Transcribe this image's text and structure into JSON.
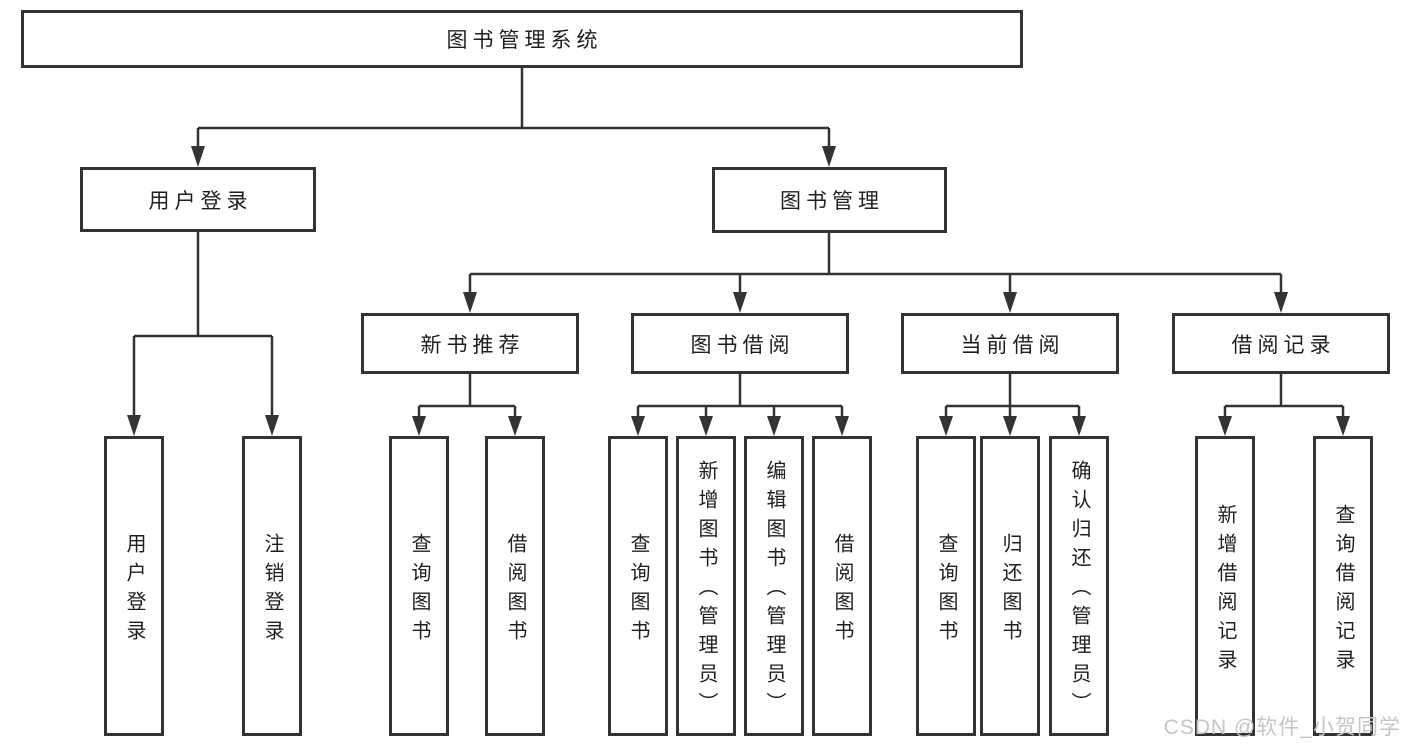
{
  "watermark": "CSDN @软件_小贺同学",
  "colors": {
    "line": "#333333",
    "text": "#1f1f1f",
    "background": "#ffffff",
    "watermark": "#c6c6c6"
  },
  "tree": {
    "root": {
      "label": "图书管理系统",
      "children": [
        {
          "label": "用户登录",
          "children": [
            {
              "label": "用户登录"
            },
            {
              "label": "注销登录"
            }
          ]
        },
        {
          "label": "图书管理",
          "children": [
            {
              "label": "新书推荐",
              "children": [
                {
                  "label": "查询图书"
                },
                {
                  "label": "借阅图书"
                }
              ]
            },
            {
              "label": "图书借阅",
              "children": [
                {
                  "label": "查询图书"
                },
                {
                  "label": "新增图书（管理员）"
                },
                {
                  "label": "编辑图书（管理员）"
                },
                {
                  "label": "借阅图书"
                }
              ]
            },
            {
              "label": "当前借阅",
              "children": [
                {
                  "label": "查询图书"
                },
                {
                  "label": "归还图书"
                },
                {
                  "label": "确认归还（管理员）"
                }
              ]
            },
            {
              "label": "借阅记录",
              "children": [
                {
                  "label": "新增借阅记录"
                },
                {
                  "label": "查询借阅记录"
                }
              ]
            }
          ]
        }
      ]
    }
  }
}
